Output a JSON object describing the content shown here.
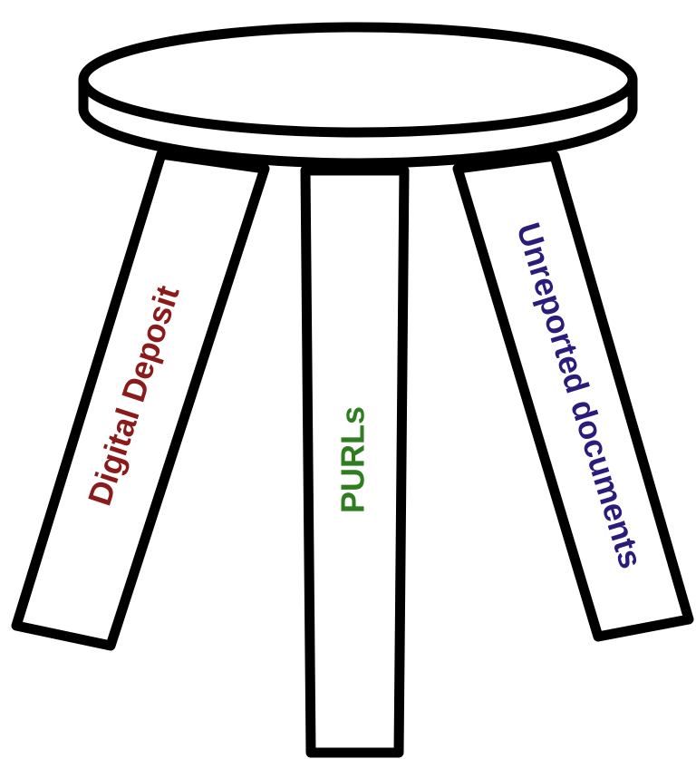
{
  "diagram": {
    "subject": "three-legged stool",
    "legs": [
      {
        "id": "left",
        "label": "Digital Deposit",
        "color": "#8B1A1A"
      },
      {
        "id": "middle",
        "label": "PURLs",
        "color": "#2E7D1F"
      },
      {
        "id": "right",
        "label": "Unreported documents",
        "color": "#2B1B7A"
      }
    ],
    "outline_color": "#000000",
    "fill_color": "#ffffff"
  }
}
